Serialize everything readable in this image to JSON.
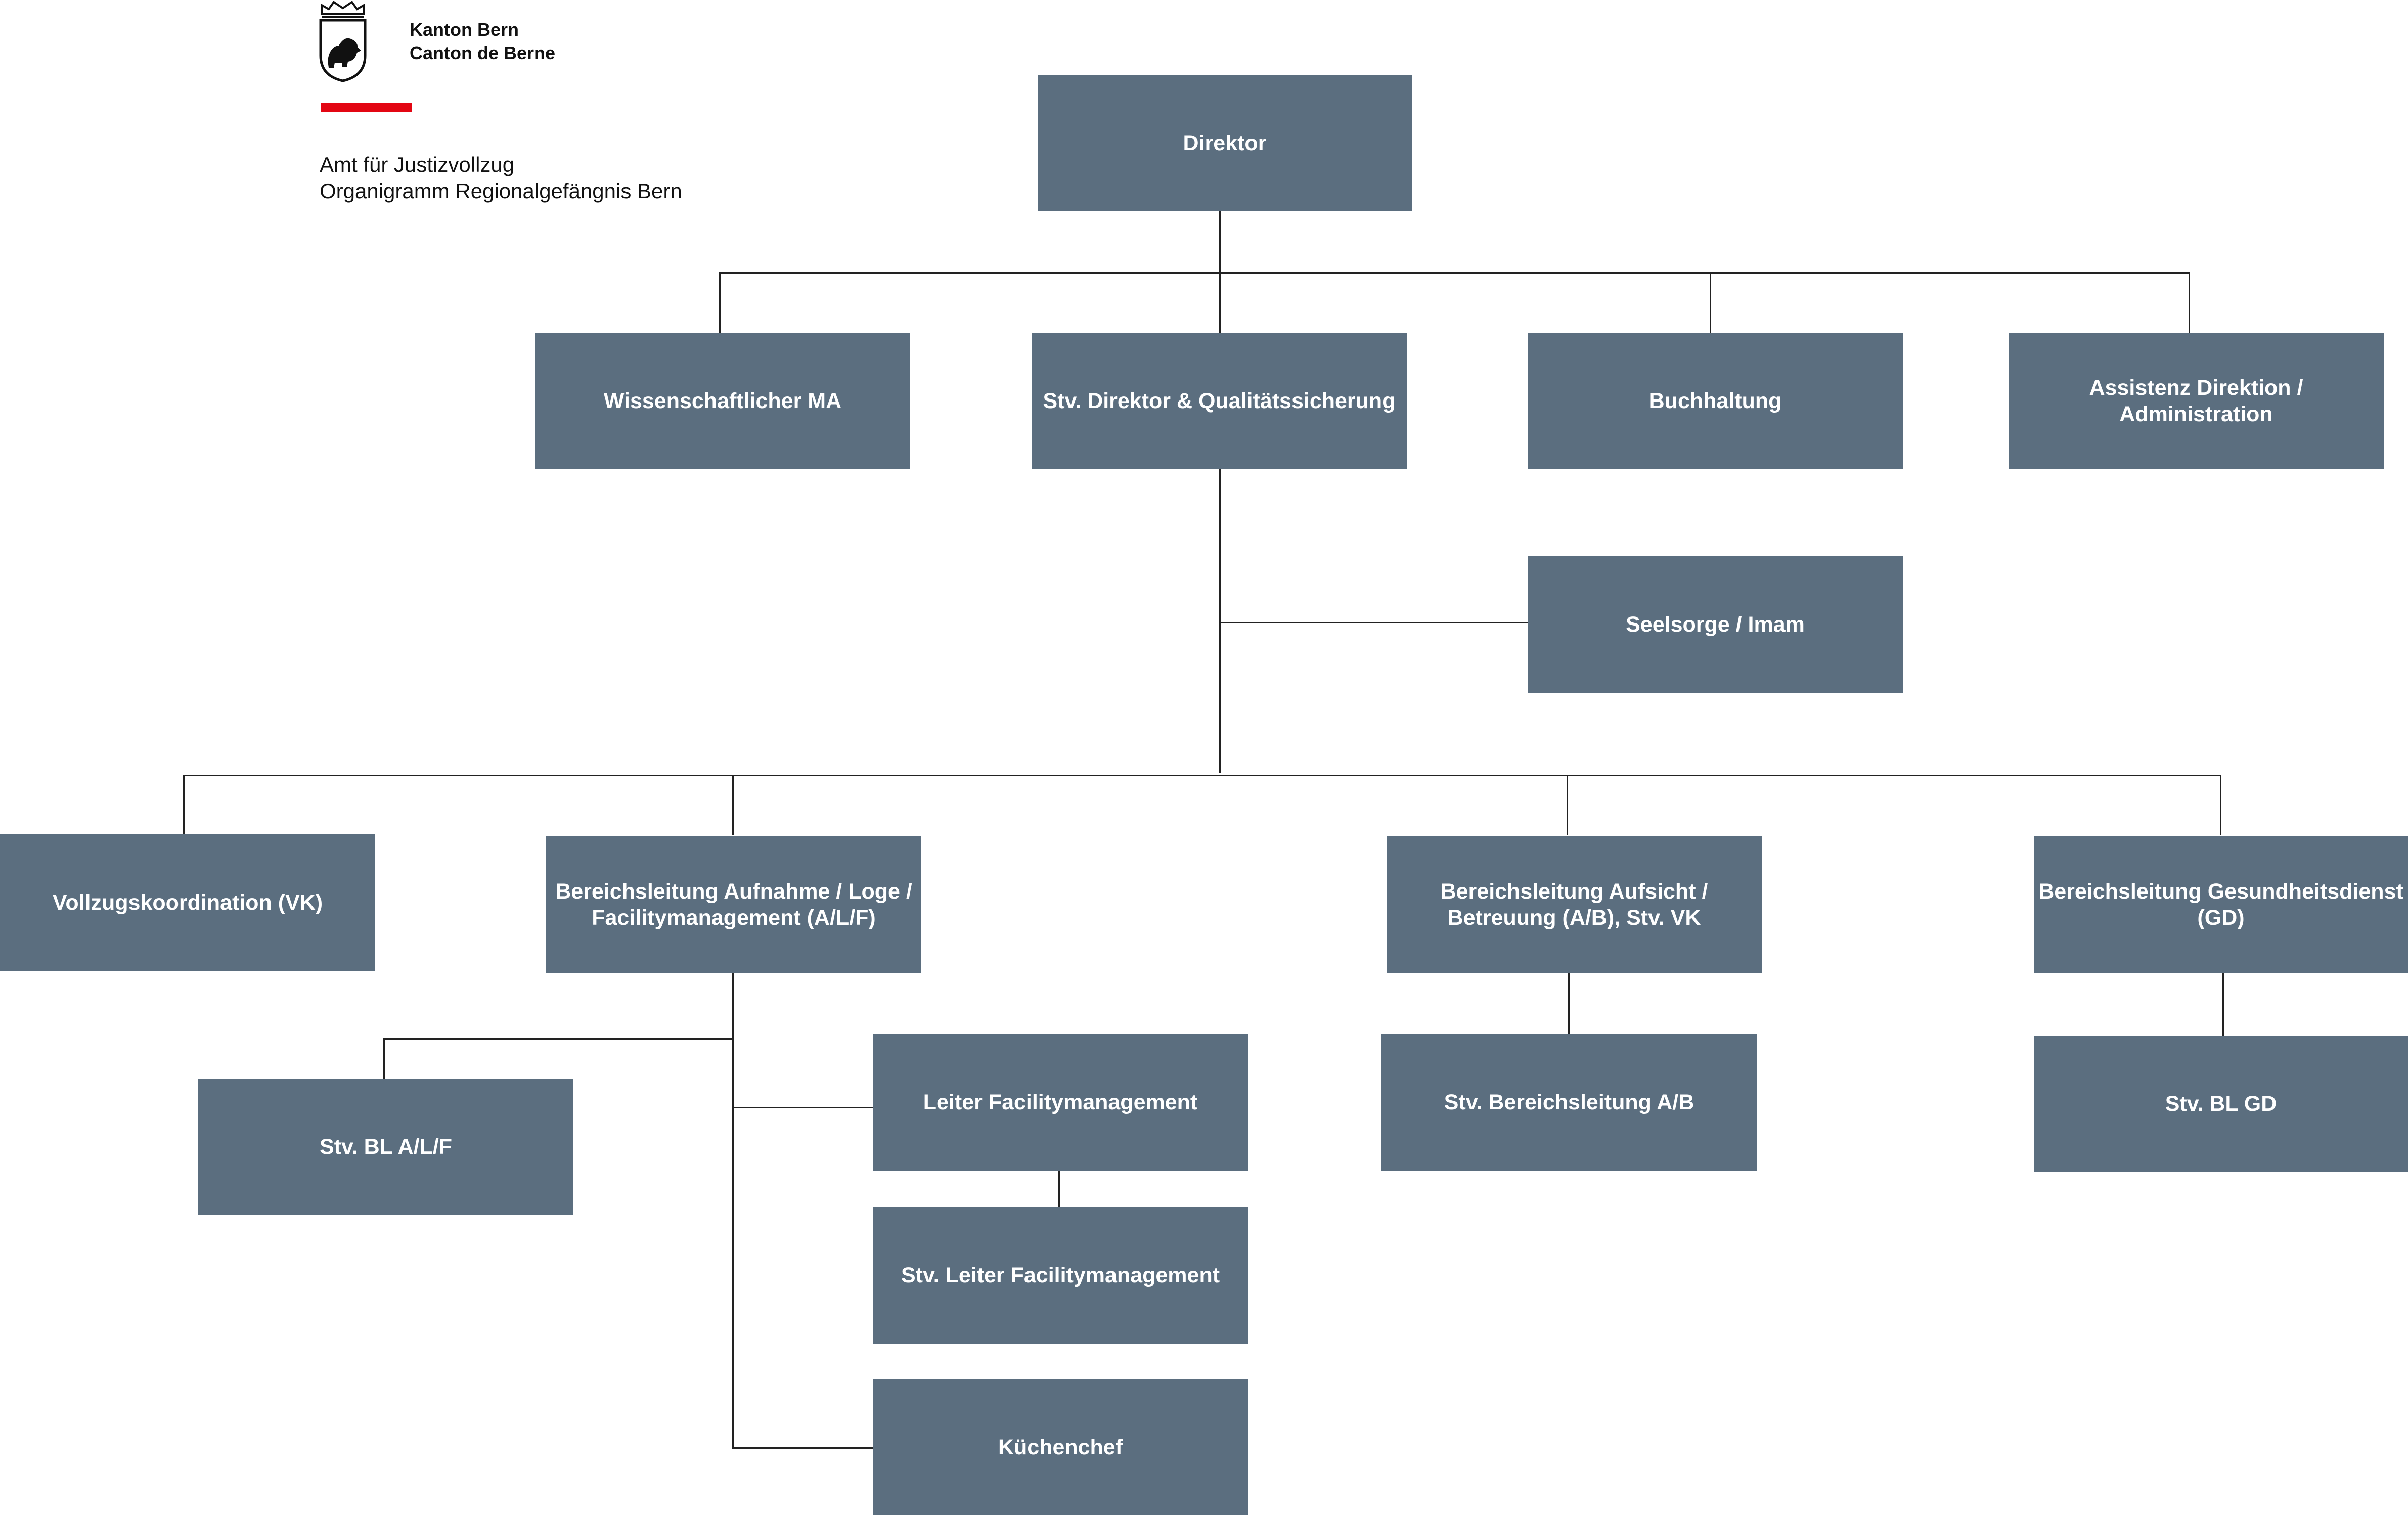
{
  "header": {
    "canton_line1": "Kanton Bern",
    "canton_line2": "Canton de Berne",
    "office_line1": "Amt für Justizvollzug",
    "office_line2": "Organigramm Regionalgefängnis Bern",
    "accent_color": "#e30613"
  },
  "colors": {
    "box_fill": "#5b6e7f",
    "box_text": "#ffffff",
    "connector": "#222222"
  },
  "org": {
    "direktor": "Direktor",
    "wissenschaftlicher": "Wissenschaftlicher MA",
    "stv_direktor": "Stv. Direktor & Qualitätssicherung",
    "buchhaltung": "Buchhaltung",
    "assistenz": "Assistenz Direktion / Administration",
    "seelsorge": "Seelsorge / Imam",
    "vollzugskoordination": "Vollzugskoordination (VK)",
    "bl_alf": "Bereichsleitung Aufnahme / Loge / Facilitymanagement (A/L/F)",
    "bl_ab": "Bereichsleitung Aufsicht / Betreuung (A/B), Stv. VK",
    "bl_gd": "Bereichsleitung Gesundheitsdienst (GD)",
    "stv_bl_alf": "Stv. BL A/L/F",
    "leiter_fm": "Leiter Facilitymanagement",
    "stv_leiter_fm": "Stv. Leiter Facilitymanagement",
    "kuechenchef": "Küchenchef",
    "stv_bl_ab": "Stv. Bereichsleitung A/B",
    "stv_bl_gd": "Stv. BL GD"
  }
}
